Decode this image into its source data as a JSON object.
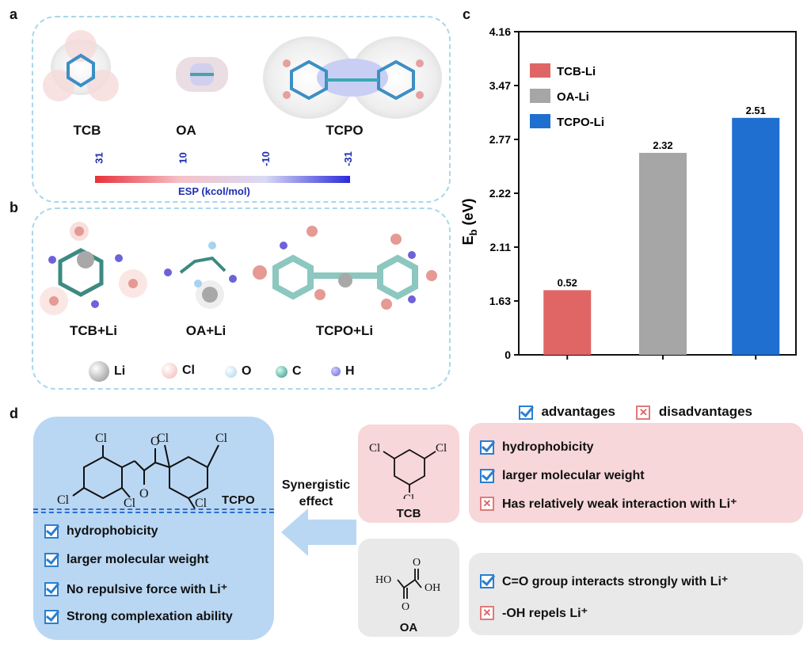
{
  "panels": {
    "a": "a",
    "b": "b",
    "c": "c",
    "d": "d"
  },
  "panel_a": {
    "molecules": [
      "TCB",
      "OA",
      "TCPO"
    ],
    "colorbar": {
      "ticks": [
        "31",
        "10",
        "-10",
        "-31"
      ],
      "title": "ESP (kcol/mol)",
      "colors": [
        "#e8303a",
        "#f4c4cb",
        "#c9c9f5",
        "#2a2adc"
      ]
    }
  },
  "panel_b": {
    "complexes": [
      "TCB+Li",
      "OA+Li",
      "TCPO+Li"
    ],
    "legend": [
      {
        "symbol": "Li",
        "color": "#8c8c8c"
      },
      {
        "symbol": "Cl",
        "color": "#f2b7b0"
      },
      {
        "symbol": "O",
        "color": "#a6d3ee"
      },
      {
        "symbol": "C",
        "color": "#3c8a82"
      },
      {
        "symbol": "H",
        "color": "#6d62d8"
      }
    ]
  },
  "chart_data": {
    "type": "bar",
    "categories": [
      "TCB-Li",
      "OA-Li",
      "TCPO-Li"
    ],
    "values": [
      0.52,
      2.32,
      2.51
    ],
    "value_labels": [
      "0.52",
      "2.32",
      "2.51"
    ],
    "colors": [
      "#e06666",
      "#a6a6a6",
      "#1f6fd1"
    ],
    "ylabel_main": "E",
    "ylabel_sub": "b",
    "ylabel_unit": " (eV)",
    "ytick_labels": [
      "0",
      "1.63",
      "2.11",
      "2.22",
      "2.77",
      "3.47",
      "4.16"
    ],
    "legend_placement": "top-left",
    "grid": false
  },
  "panel_d": {
    "legend": {
      "advantages": "advantages",
      "disadvantages": "disadvantages"
    },
    "tcpo": {
      "label": "TCPO",
      "structure_atoms": [
        "Cl",
        "Cl",
        "Cl",
        "Cl",
        "Cl",
        "Cl",
        "O",
        "O"
      ],
      "items": [
        "hydrophobicity",
        "larger molecular weight",
        "No repulsive force with Li⁺",
        "Strong complexation ability"
      ]
    },
    "arrow_text_1": "Synergistic",
    "arrow_text_2": "effect",
    "tcb": {
      "label": "TCB",
      "atoms": [
        "Cl",
        "Cl",
        "Cl"
      ],
      "pros": [
        "hydrophobicity",
        "larger molecular weight"
      ],
      "cons": [
        "Has relatively weak interaction with Li⁺"
      ]
    },
    "oa": {
      "label": "OA",
      "atoms": [
        "HO",
        "OH",
        "O",
        "O"
      ],
      "pros": [
        "C=O group interacts strongly with Li⁺"
      ],
      "cons": [
        "-OH repels Li⁺"
      ]
    }
  }
}
